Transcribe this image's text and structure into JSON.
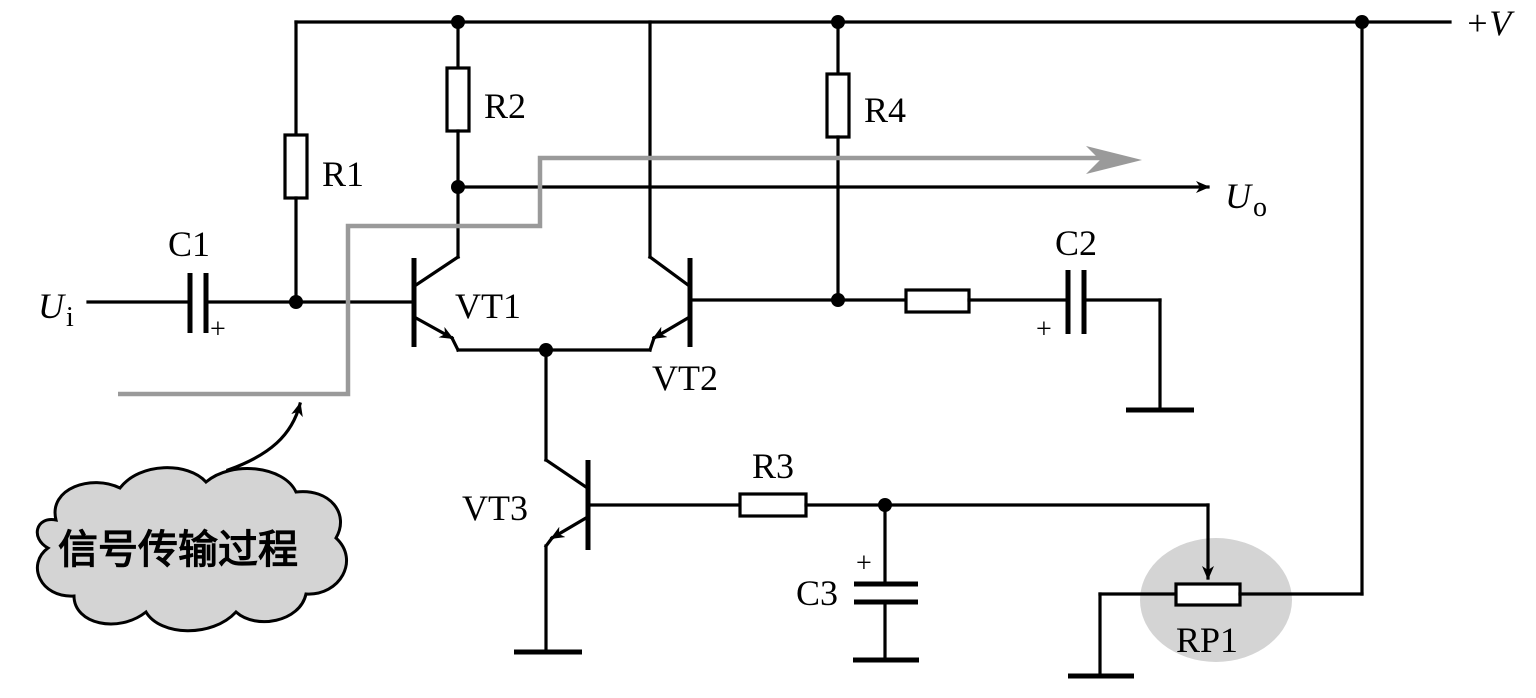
{
  "supply_label": "+V",
  "input_label": {
    "main": "U",
    "sub": "i"
  },
  "output_label": {
    "main": "U",
    "sub": "o"
  },
  "components": {
    "C1": "C1",
    "C2": "C2",
    "C3": "C3",
    "R1": "R1",
    "R2": "R2",
    "R3": "R3",
    "R4": "R4",
    "VT1": "VT1",
    "VT2": "VT2",
    "VT3": "VT3",
    "RP1": "RP1"
  },
  "polarity_mark": "+",
  "cloud_label": "信号传输过程",
  "colors": {
    "wire": "#000000",
    "signal_path": "#9a9a9a",
    "cloud_fill": "#d4d4d4",
    "rp1_highlight": "#d4d4d4"
  }
}
